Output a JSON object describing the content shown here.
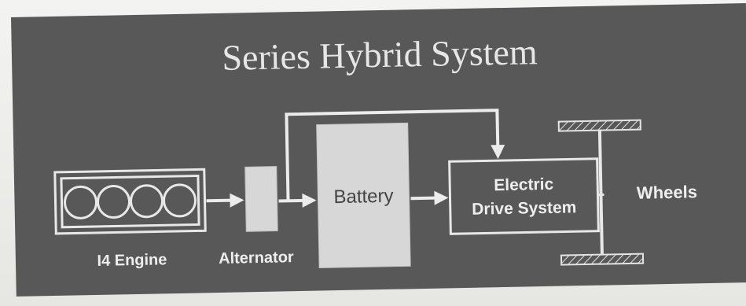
{
  "title": "Series Hybrid System",
  "components": {
    "engine": "I4 Engine",
    "alternator": "Alternator",
    "battery": "Battery",
    "drive_line1": "Electric",
    "drive_line2": "Drive System",
    "wheels": "Wheels"
  },
  "colors": {
    "background": "#585858",
    "foreground": "#e8e8e8",
    "fill_light": "#d7d7d7"
  }
}
